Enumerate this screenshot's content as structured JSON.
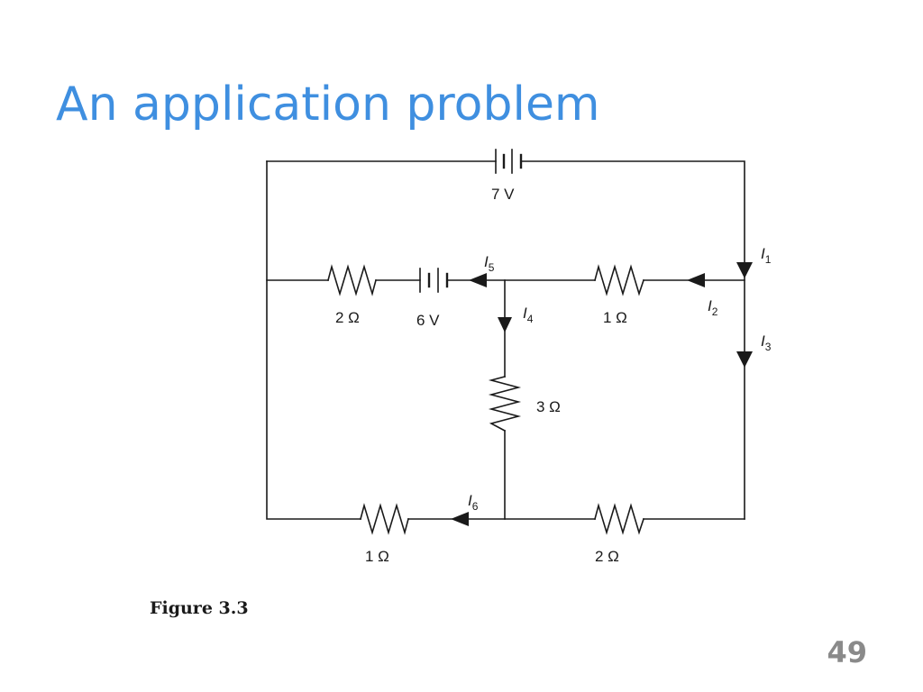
{
  "slide": {
    "title": "An application problem",
    "caption": "Figure 3.3",
    "page_number": "49"
  },
  "colors": {
    "title": "#3f8fe0",
    "wire": "#1a1a1a",
    "page_number": "#8a8a8a"
  },
  "circuit": {
    "sources": {
      "top": "7 V",
      "middle": "6 V"
    },
    "resistors": {
      "middle_left": "2 Ω",
      "middle_right": "1 Ω",
      "center_vertical": "3 Ω",
      "bottom_left": "1 Ω",
      "bottom_right": "2 Ω"
    },
    "currents": [
      {
        "symbol": "I",
        "sub": "1"
      },
      {
        "symbol": "I",
        "sub": "2"
      },
      {
        "symbol": "I",
        "sub": "3"
      },
      {
        "symbol": "I",
        "sub": "4"
      },
      {
        "symbol": "I",
        "sub": "5"
      },
      {
        "symbol": "I",
        "sub": "6"
      }
    ]
  }
}
